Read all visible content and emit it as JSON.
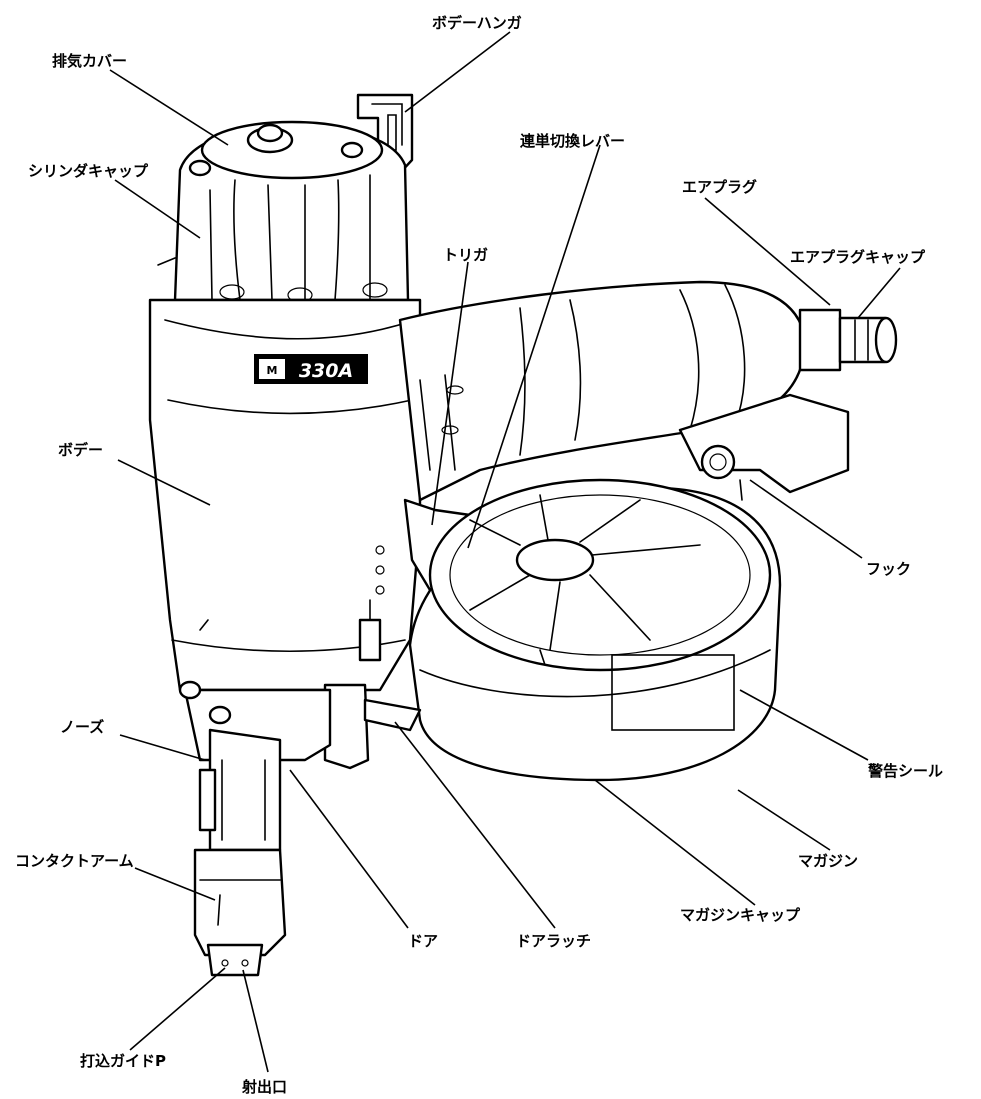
{
  "model_badge": "330A",
  "labels": {
    "body_hanger": "ボデーハンガ",
    "exhaust_cover": "排気カバー",
    "cylinder_cap": "シリンダキャップ",
    "mode_switch_lever": "連単切換レバー",
    "air_plug": "エアプラグ",
    "air_plug_cap": "エアプラグキャップ",
    "trigger": "トリガ",
    "body": "ボデー",
    "hook": "フック",
    "nose": "ノーズ",
    "warning_seal": "警告シール",
    "contact_arm": "コンタクトアーム",
    "magazine": "マガジン",
    "door": "ドア",
    "door_latch": "ドアラッチ",
    "magazine_cap": "マガジンキャップ",
    "driving_guide": "打込ガイドP",
    "outlet": "射出口"
  }
}
